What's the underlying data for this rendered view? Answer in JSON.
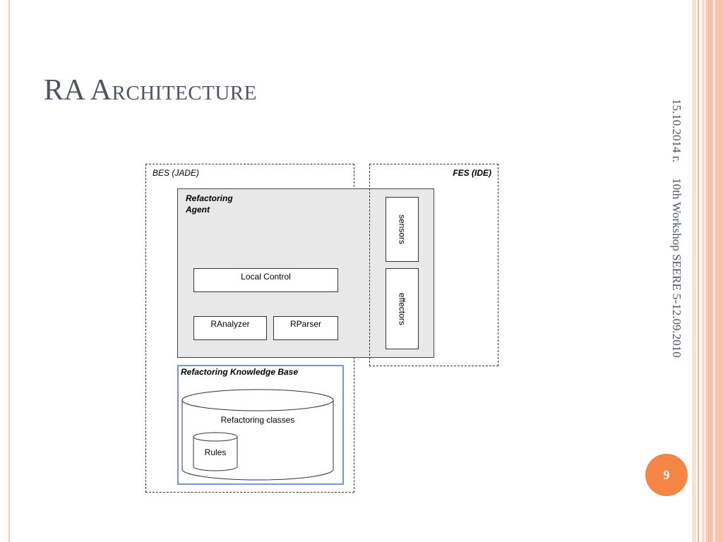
{
  "slide": {
    "title": "RA Architecture",
    "date": "15.10.2014 г.",
    "footer": "10th Workshop SEERE 5-12.09.2010",
    "page_number": "9"
  },
  "diagram": {
    "bes_label": "BES (JADE)",
    "fes_label": "FES (IDE)",
    "agent_label": "Refactoring Agent",
    "local_control": "Local Control",
    "ranalyzer": "RAnalyzer",
    "rparser": "RParser",
    "sensors": "sensors",
    "effectors": "effectors",
    "kb_label": "Refactoring Knowledge Base",
    "classes_label": "Refactoring classes",
    "rules_label": "Rules"
  },
  "colors": {
    "title_text": "#4d5564",
    "badge": "#f58545",
    "kb_border": "#7b95d3",
    "agent_fill": "#e8e8e8"
  }
}
